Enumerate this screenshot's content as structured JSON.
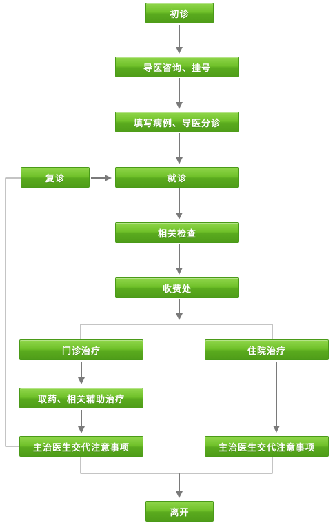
{
  "flowchart": {
    "steps": {
      "initial_visit": "初诊",
      "consultation_registration": "导医咨询、挂号",
      "fill_records_triage": "填写病例、导医分诊",
      "return_visit": "复诊",
      "see_doctor": "就诊",
      "related_exams": "相关检查",
      "cashier": "收费处",
      "outpatient_treatment": "门诊治疗",
      "inpatient_treatment": "住院治疗",
      "medicine_aux_treatment": "取药、相关辅助治疗",
      "doctor_instructions_left": "主治医生交代注意事项",
      "doctor_instructions_right": "主治医生交代注意事项",
      "leave": "离开"
    },
    "colors": {
      "box_green": "#6cbc2a",
      "box_border": "#4a9a18",
      "arrow_gray": "#7a7a7a",
      "line_gray": "#8a8a8a"
    }
  }
}
